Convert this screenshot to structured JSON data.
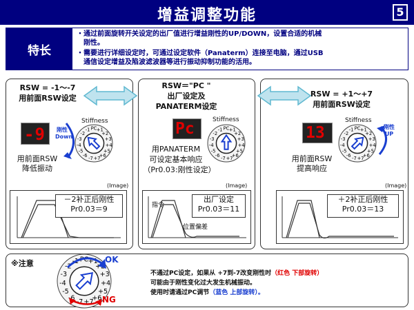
{
  "header": {
    "title": "增益调整功能",
    "page_number": "5"
  },
  "feature": {
    "label": "特长",
    "bullets": [
      "・通过前面旋转开关设定的出厂值进行增益刚性的UP/DOWN，设置合适的机械",
      "　刚性。",
      "・需要进行详细设定时，可通过设定软件（Panaterm）连接至电脑，通过USB",
      "　通信设定增益及陷波滤波器等进行振动抑制功能的活用。"
    ]
  },
  "left_panel": {
    "rsw_line1": "RSW = -1～-7",
    "rsw_line2": "用前面RSW设定",
    "stiffness_label": "Stiffness",
    "arrow_label1": "刚性",
    "arrow_label2": "Down",
    "desc1": "用前面RSW",
    "desc2": "降低振动",
    "image_label": "(Image)",
    "wave_label1": "－2补正后刚性",
    "wave_label2": "Pr0.03＝9",
    "display": "-9"
  },
  "center_panel": {
    "rsw_line1": "RSW＝\"PC \"",
    "rsw_line2": "出厂设定及",
    "rsw_line3": "PANATERM设定",
    "stiffness_label": "Stiffness",
    "desc1": "用PANATERM",
    "desc2": "可设定基本响应",
    "desc3": "（Pr0.03:刚性设定）",
    "image_label": "(Image)",
    "command_label": "指令",
    "position_label": "位置偏差",
    "wave_label1": "出厂设定",
    "wave_label2": "Pr0.03＝11",
    "display": "Pc"
  },
  "right_panel": {
    "rsw_line1": "RSW = +1～+7",
    "rsw_line2": "用前面RSW设定",
    "stiffness_label": "Stiffness",
    "arrow_label1": "刚性",
    "arrow_label2": "UP",
    "desc1": "用前面RSW",
    "desc2": "提高响应",
    "image_label": "(Image)",
    "wave_label1": "＋2补正后刚性",
    "wave_label2": "Pr0.03＝13",
    "display": "13"
  },
  "note": {
    "title": "※注意",
    "ok_label": "OK",
    "ng_label": "NG",
    "line1_a": "不通过PC设定，如果从 +7到-7改变刚性时",
    "line1_b": "（红色 下部旋转）",
    "line2": "可能由于刚性变化过大发生机械振动。",
    "line3_a": "使用时请通过PC调节",
    "line3_b": "（蓝色 上部旋转）。"
  },
  "dial_labels": [
    "PC",
    "+1",
    "+2",
    "+3",
    "+4",
    "+5",
    "+6",
    "+7",
    "-7",
    "-6",
    "-5",
    "-4",
    "-3",
    "-2",
    "-1"
  ],
  "colors": {
    "navy": "#000080",
    "red": "#e00000",
    "blue": "#1a3fd0",
    "arrow_teal": "#5fb8d0"
  }
}
